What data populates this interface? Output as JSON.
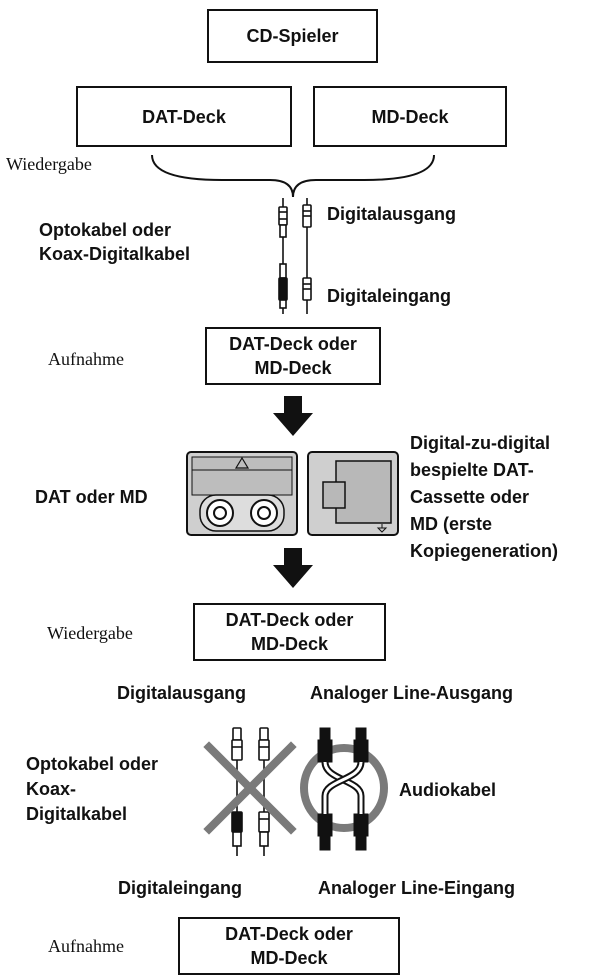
{
  "top_section": {
    "cd_player_label": "CD-Spieler",
    "dat_deck_label": "DAT-Deck",
    "md_deck_label": "MD-Deck",
    "playback_label": "Wiedergabe",
    "cable_label_line1": "Optokabel oder",
    "cable_label_line2": "Koax-Digitalkabel",
    "digital_out_label": "Digitalausgang",
    "digital_in_label": "Digitaleingang",
    "record_label": "Aufnahme",
    "recorder_line1": "DAT-Deck oder",
    "recorder_line2": "MD-Deck"
  },
  "media_section": {
    "media_label": "DAT oder MD",
    "desc_line1": "Digital-zu-digital",
    "desc_line2": "bespielte DAT-",
    "desc_line3": "Cassette oder",
    "desc_line4": "MD (erste",
    "desc_line5": "Kopiegeneration)"
  },
  "bottom_section": {
    "playback_label": "Wiedergabe",
    "player_line1": "DAT-Deck oder",
    "player_line2": "MD-Deck",
    "digital_out_label": "Digitalausgang",
    "analog_out_label": "Analoger Line-Ausgang",
    "bad_cable_line1": "Optokabel oder",
    "bad_cable_line2": "Koax-",
    "bad_cable_line3": "Digitalkabel",
    "audio_cable_label": "Audiokabel",
    "digital_in_label": "Digitaleingang",
    "analog_in_label": "Analoger Line-Eingang",
    "record_label": "Aufnahme",
    "recorder_line1": "DAT-Deck oder",
    "recorder_line2": "MD-Deck"
  },
  "colors": {
    "line": "#111111",
    "cross": "#7a7a7a",
    "cassette_fill": "#cfcfcf"
  }
}
